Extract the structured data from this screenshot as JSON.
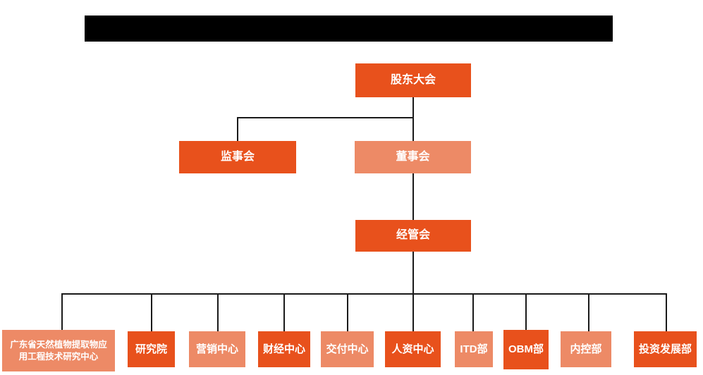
{
  "colors": {
    "node_dark": "#e8511c",
    "node_light": "#ed8a66",
    "connector": "#1a1a1a",
    "redaction_bar": "#000000",
    "node_text": "#ffffff",
    "background": "#ffffff"
  },
  "org_chart": {
    "root": {
      "label": "股东大会",
      "variant": "dark"
    },
    "level2": [
      {
        "label": "监事会",
        "variant": "dark"
      },
      {
        "label": "董事会",
        "variant": "light"
      }
    ],
    "level3": {
      "label": "经管会",
      "variant": "dark"
    },
    "departments": [
      {
        "label": "广东省天然植物提取物应用工程技术研究中心",
        "variant": "light"
      },
      {
        "label": "研究院",
        "variant": "dark"
      },
      {
        "label": "营销中心",
        "variant": "light"
      },
      {
        "label": "财经中心",
        "variant": "dark"
      },
      {
        "label": "交付中心",
        "variant": "light"
      },
      {
        "label": "人资中心",
        "variant": "dark"
      },
      {
        "label": "ITD部",
        "variant": "light"
      },
      {
        "label": "OBM部",
        "variant": "dark"
      },
      {
        "label": "内控部",
        "variant": "light"
      },
      {
        "label": "投资发展部",
        "variant": "dark"
      }
    ]
  }
}
